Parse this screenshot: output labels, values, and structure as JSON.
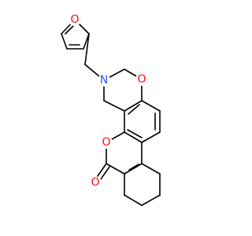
{
  "molecule": {
    "atoms": [
      {
        "id": "o_furan",
        "symbol": "O",
        "color": "#ff0d0d"
      },
      {
        "id": "n_amine",
        "symbol": "N",
        "color": "#3050f8"
      },
      {
        "id": "o_ring_ether",
        "symbol": "O",
        "color": "#ff0d0d"
      },
      {
        "id": "o_lactone_ring",
        "symbol": "O",
        "color": "#ff0d0d"
      },
      {
        "id": "o_carbonyl",
        "symbol": "O",
        "color": "#ff0d0d"
      }
    ],
    "bond_color": "#000000",
    "background": "#ffffff"
  }
}
